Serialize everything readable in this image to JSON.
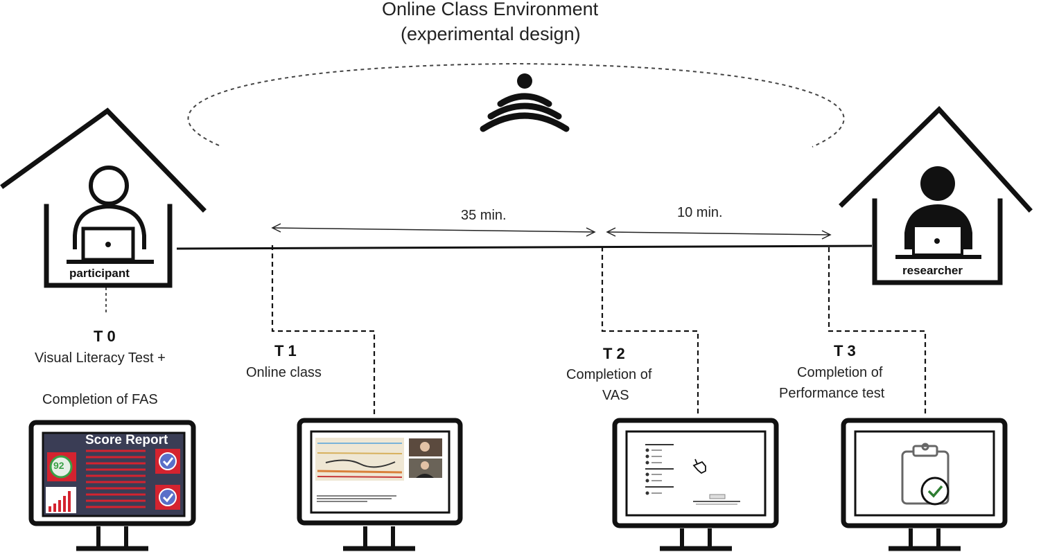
{
  "title": {
    "line1": "Online Class Environment",
    "line2": "(experimental design)"
  },
  "participant_label": "participant",
  "researcher_label": "researcher",
  "durations": {
    "first": "35 min.",
    "second": "10 min."
  },
  "stages": [
    {
      "id": "T 0",
      "desc1": "Visual Literacy Test +",
      "desc2": "Completion of  FAS"
    },
    {
      "id": "T 1",
      "desc1": "Online  class"
    },
    {
      "id": "T 2",
      "desc1": "Completion of",
      "desc2": "VAS"
    },
    {
      "id": "T 3",
      "desc1": "Completion of",
      "desc2": "Performance  test"
    }
  ],
  "score_report": {
    "heading": "Score Report",
    "score": "92"
  },
  "colors": {
    "report_bg": "#3a3d55",
    "report_accent": "#d4232f",
    "score_green": "#3aa047",
    "check_green": "#2e7d32"
  },
  "icons": [
    "wifi-icon",
    "house-icon",
    "person-icon",
    "laptop-icon",
    "monitor-icon",
    "checkmark-icon",
    "bar-chart-icon",
    "clipboard-check-icon",
    "pointer-hand-icon"
  ]
}
